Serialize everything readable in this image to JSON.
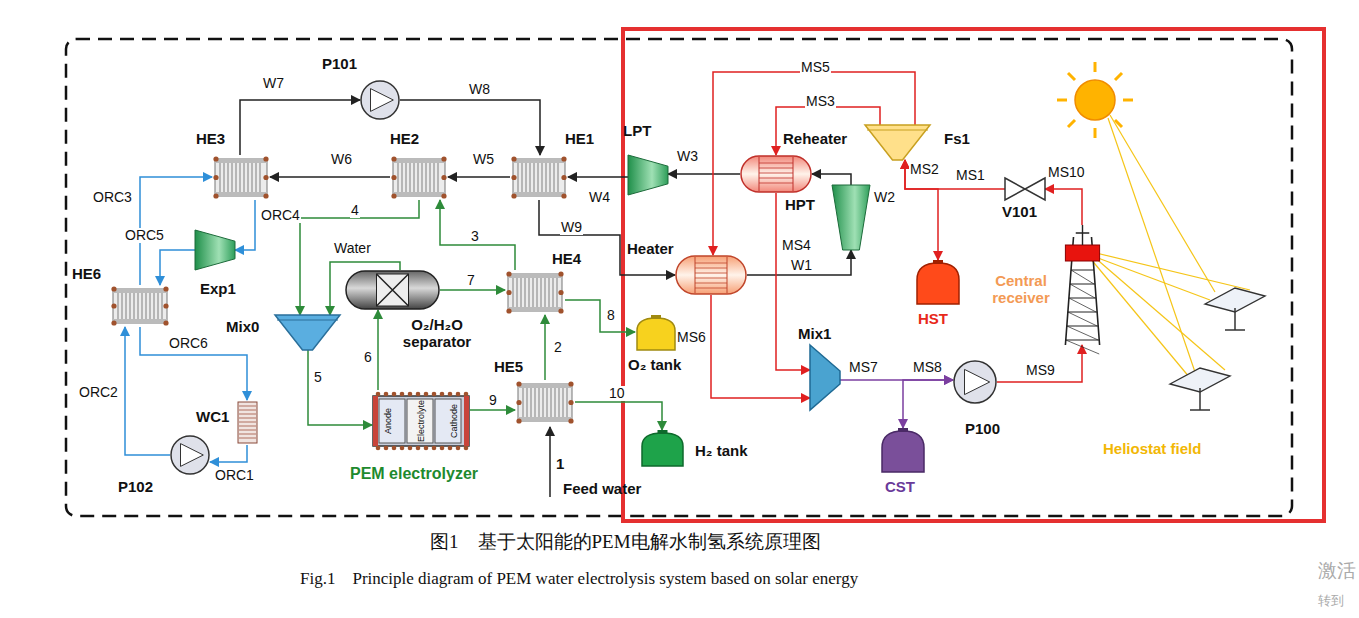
{
  "diagram": {
    "caption": "图1　基于太阳能的PEM电解水制氢系统原理图",
    "nodes": [
      {
        "text": [
          "P101"
        ]
      },
      {
        "text": [
          "HE3"
        ]
      },
      {
        "text": [
          "HE2"
        ]
      },
      {
        "text": [
          "HE1"
        ]
      },
      {
        "text": [
          "LPT"
        ]
      },
      {
        "text": [
          "Reheater"
        ]
      },
      {
        "text": [
          "Fs1"
        ]
      },
      {
        "text": [
          "HPT"
        ]
      },
      {
        "text": [
          "Heater"
        ]
      },
      {
        "text": [
          "Mix0"
        ]
      },
      {
        "text": [
          "O₂/H₂O separator"
        ]
      },
      {
        "text": [
          "HE4"
        ]
      },
      {
        "text": [
          "HE6"
        ]
      },
      {
        "text": [
          "Exp1"
        ]
      },
      {
        "text": [
          "WC1"
        ]
      },
      {
        "text": [
          "P102"
        ]
      },
      {
        "text": [
          "Anode",
          "Electrolyte",
          "Cathode",
          "PEM electrolyzer"
        ]
      },
      {
        "text": [
          "HE5"
        ]
      },
      {
        "text": [
          "O₂ tank"
        ]
      },
      {
        "text": [
          "H₂ tank"
        ]
      },
      {
        "text": [
          "Mix1"
        ]
      },
      {
        "text": [
          "P100"
        ]
      },
      {
        "text": [
          "CST"
        ]
      },
      {
        "text": [
          "HST"
        ]
      },
      {
        "text": [
          "V101"
        ]
      },
      {
        "text": [
          "Central receiver"
        ]
      },
      {
        "text": [
          "Heliostat field"
        ]
      }
    ],
    "edges": [
      {
        "from": 0,
        "to": 3,
        "arrow": "to",
        "label": "W8"
      },
      {
        "from": 1,
        "to": 0,
        "arrow": "to",
        "label": "W7"
      },
      {
        "from": 2,
        "to": 1,
        "arrow": "to",
        "label": "W6"
      },
      {
        "from": 3,
        "to": 2,
        "arrow": "to",
        "label": "W5"
      },
      {
        "from": 4,
        "to": 3,
        "arrow": "to",
        "label": "W4"
      },
      {
        "from": 5,
        "to": 4,
        "arrow": "to",
        "label": "W3"
      },
      {
        "from": 7,
        "to": 5,
        "arrow": "to",
        "label": "W2"
      },
      {
        "from": 8,
        "to": 7,
        "arrow": "to",
        "label": "W1"
      },
      {
        "from": 3,
        "to": 8,
        "arrow": "to",
        "label": "W9"
      },
      {
        "from": 6,
        "to": 5,
        "arrow": "to",
        "label": "MS3"
      },
      {
        "from": 6,
        "to": 8,
        "arrow": "to",
        "label": "MS5"
      },
      {
        "from": 24,
        "to": 6,
        "arrow": "to",
        "label": "MS1"
      },
      {
        "from": 23,
        "to": 6,
        "arrow": "both",
        "label": "MS2"
      },
      {
        "from": 25,
        "to": 24,
        "arrow": "to",
        "label": "MS10"
      },
      {
        "from": 5,
        "to": 20,
        "arrow": "to",
        "label": "MS4"
      },
      {
        "from": 8,
        "to": 20,
        "arrow": "to",
        "label": "MS6"
      },
      {
        "from": 20,
        "to": 21,
        "arrow": "to",
        "label": "MS7"
      },
      {
        "from": 22,
        "to": 21,
        "arrow": "both",
        "label": "MS8"
      },
      {
        "from": 21,
        "to": 25,
        "arrow": "to",
        "label": "MS9"
      },
      {
        "from": 12,
        "to": 1,
        "arrow": "to",
        "label": "ORC3"
      },
      {
        "from": 1,
        "to": 13,
        "arrow": "to",
        "label": "ORC4"
      },
      {
        "from": 13,
        "to": 12,
        "arrow": "to",
        "label": "ORC5"
      },
      {
        "from": 12,
        "to": 14,
        "arrow": "to",
        "label": "ORC6"
      },
      {
        "from": 14,
        "to": 15,
        "arrow": "to",
        "label": "ORC1"
      },
      {
        "from": 15,
        "to": 12,
        "arrow": "to",
        "label": "ORC2"
      },
      {
        "from": 2,
        "to": 9,
        "arrow": "to",
        "label": "4"
      },
      {
        "from": 11,
        "to": 2,
        "arrow": "to",
        "label": "3"
      },
      {
        "from": 17,
        "to": 11,
        "arrow": "to",
        "label": "2"
      },
      {
        "from": 9,
        "to": 16,
        "arrow": "to",
        "label": "5"
      },
      {
        "from": 16,
        "to": 10,
        "arrow": "to",
        "label": "6"
      },
      {
        "from": 10,
        "to": 11,
        "arrow": "to",
        "label": "7"
      },
      {
        "from": 11,
        "to": 18,
        "arrow": "to",
        "label": "8"
      },
      {
        "from": 16,
        "to": 17,
        "arrow": "to",
        "label": "9"
      },
      {
        "from": 17,
        "to": 19,
        "arrow": "to",
        "label": "10"
      },
      {
        "from": 10,
        "to": 9,
        "arrow": "to",
        "label": "Water"
      }
    ],
    "labels": [
      "1",
      "Feed water",
      "Fig.1　Principle diagram of PEM water electrolysis system based on solar energy",
      "激活",
      "转到"
    ]
  }
}
